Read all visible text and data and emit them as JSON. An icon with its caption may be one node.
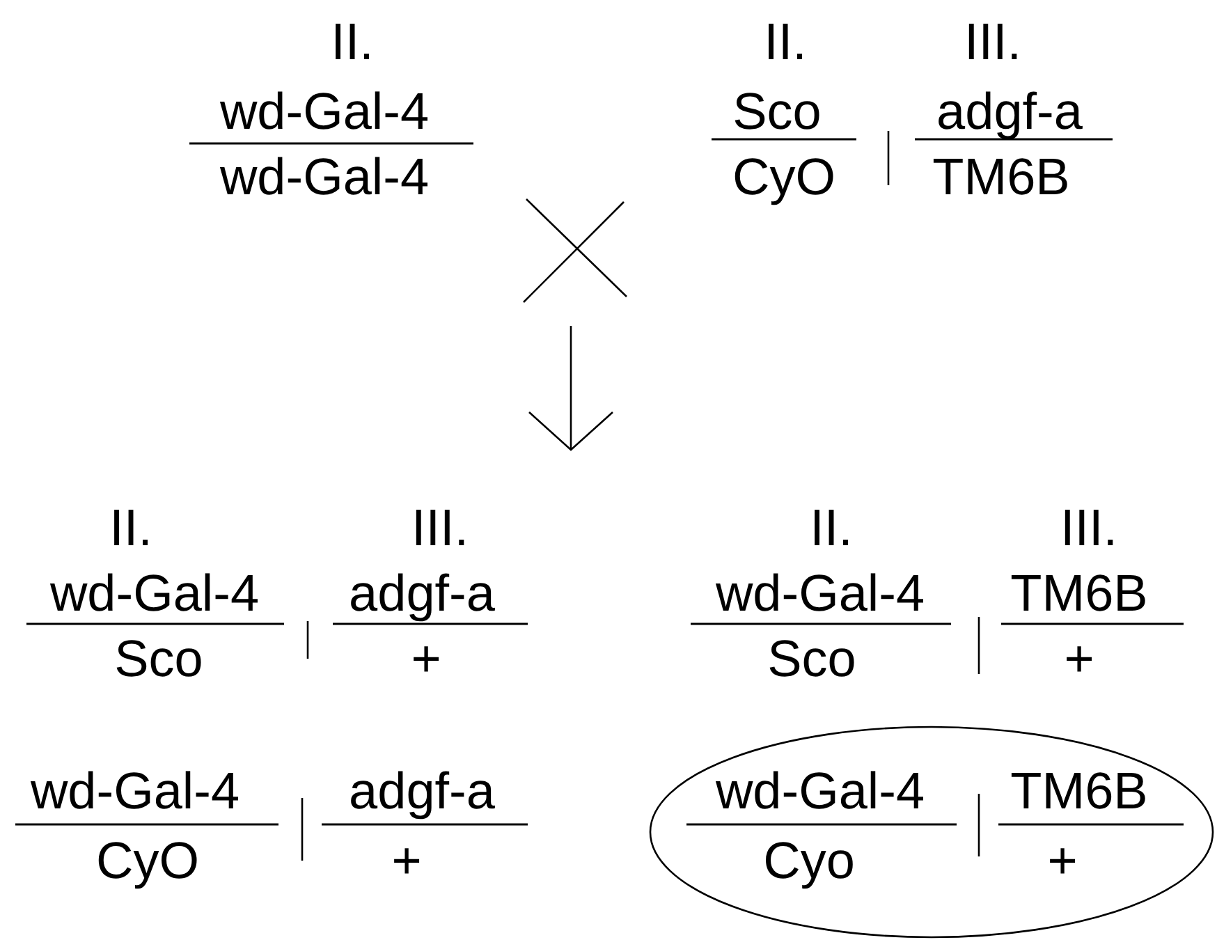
{
  "diagram": {
    "nodes": [
      {
        "text": [
          "wd-Gal-4",
          "TM6B",
          "Cyo",
          "+"
        ]
      }
    ],
    "labels": [
      "II.",
      "II.",
      "III.",
      "wd-Gal-4",
      "Sco",
      "adgf-a",
      "wd-Gal-4",
      "CyO",
      "TM6B",
      "II.",
      "III.",
      "II.",
      "III.",
      "wd-Gal-4",
      "adgf-a",
      "wd-Gal-4",
      "TM6B",
      "Sco",
      "+",
      "Sco",
      "+",
      "wd-Gal-4",
      "adgf-a",
      "CyO",
      "+"
    ]
  }
}
